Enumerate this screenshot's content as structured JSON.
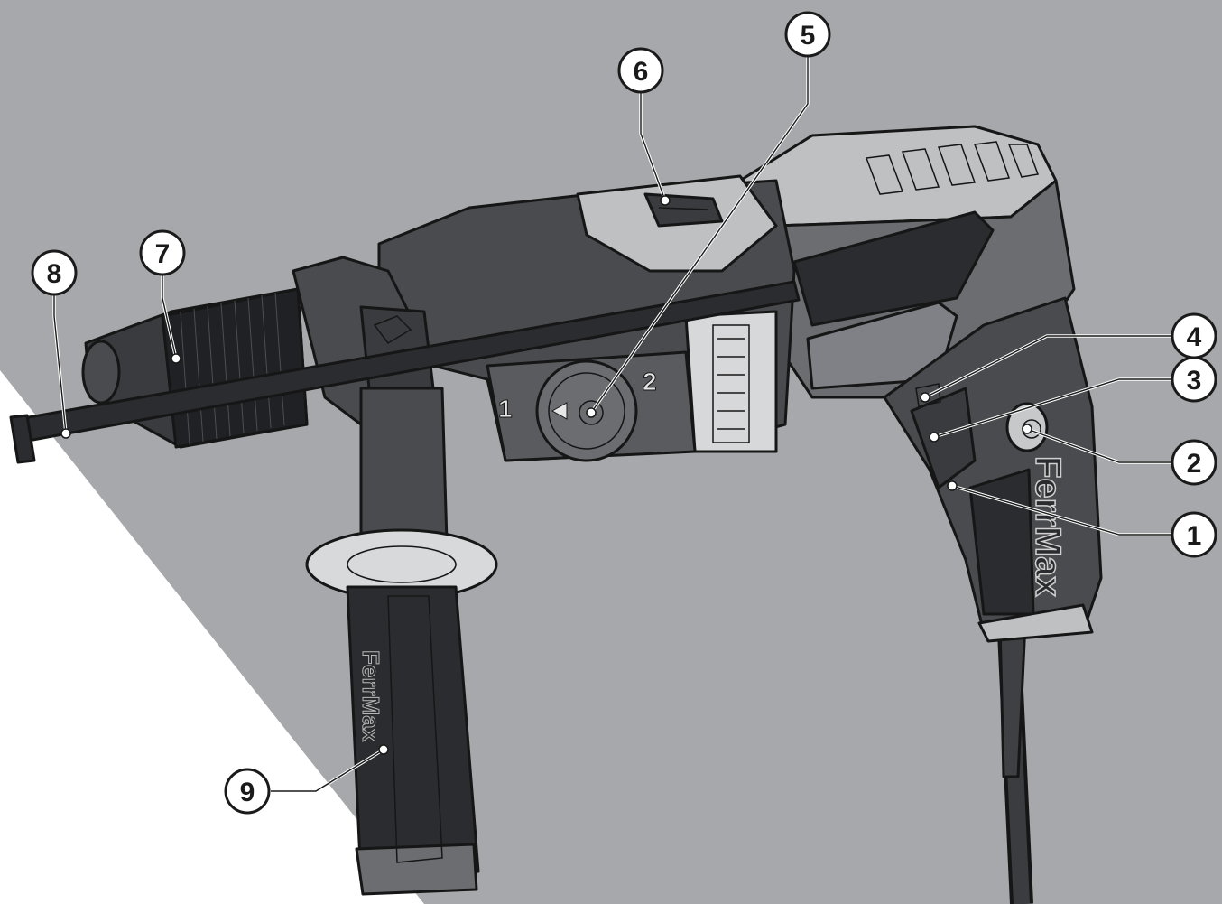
{
  "colors": {
    "background_gray": "#a7a8ab",
    "background_white": "#ffffff",
    "body_dark": "#4a4b4f",
    "body_mid": "#6b6d71",
    "body_light": "#bfc0c2",
    "outline": "#161616"
  },
  "diagram": {
    "callouts": [
      {
        "id": "1",
        "label": "1"
      },
      {
        "id": "2",
        "label": "2"
      },
      {
        "id": "3",
        "label": "3"
      },
      {
        "id": "4",
        "label": "4"
      },
      {
        "id": "5",
        "label": "5"
      },
      {
        "id": "6",
        "label": "6"
      },
      {
        "id": "7",
        "label": "7"
      },
      {
        "id": "8",
        "label": "8"
      },
      {
        "id": "9",
        "label": "9"
      }
    ],
    "dial_labels": {
      "left": "1",
      "right": "2"
    },
    "brand_handle": "FerrMax",
    "brand_grip": "FerrMax"
  }
}
